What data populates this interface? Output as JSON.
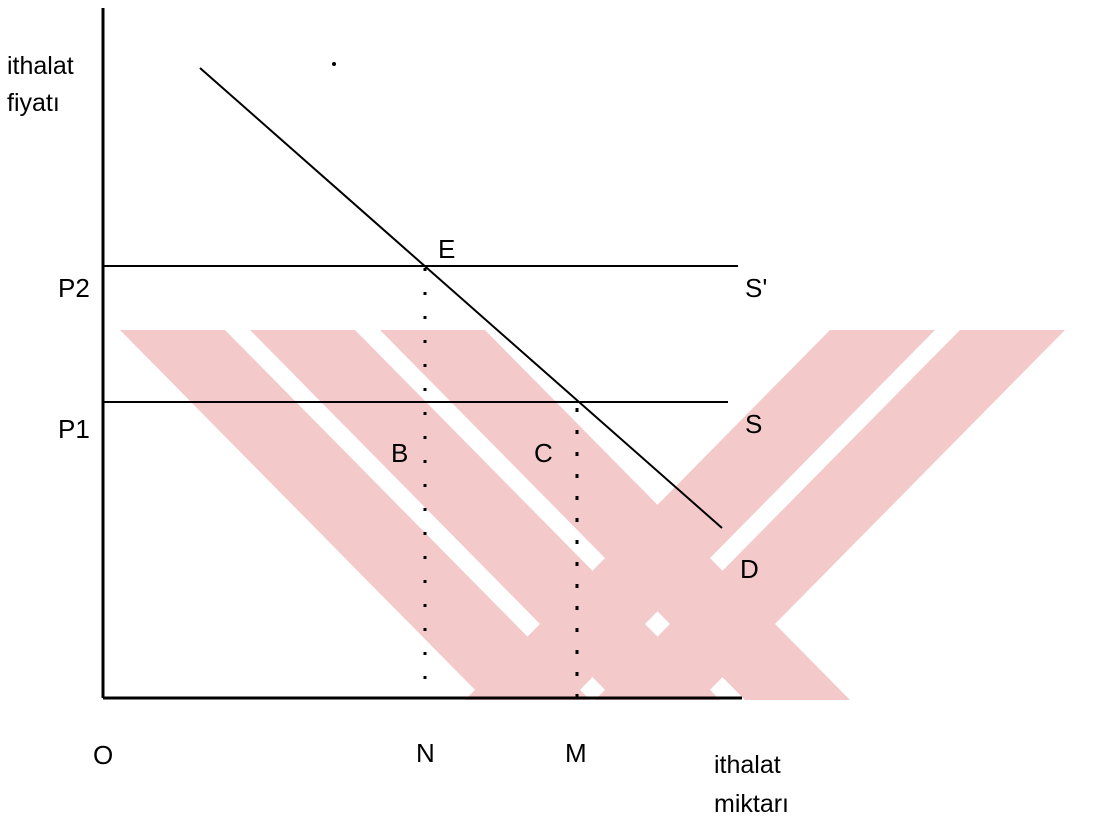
{
  "y_axis_label": [
    "ithalat",
    "fiyatı"
  ],
  "x_axis_label": [
    "ithalat",
    "miktarı"
  ],
  "origin_label": "O",
  "price_labels": {
    "p2": "P2",
    "p1": "P1"
  },
  "quantity_labels": {
    "n": "N",
    "m": "M"
  },
  "point_labels": {
    "e": "E",
    "b": "B",
    "c": "C"
  },
  "curve_labels": {
    "s_prime": "S'",
    "s": "S",
    "d": "D"
  },
  "colors": {
    "line": "#000000",
    "watermark": "#f3c9c9",
    "background": "#ffffff"
  }
}
